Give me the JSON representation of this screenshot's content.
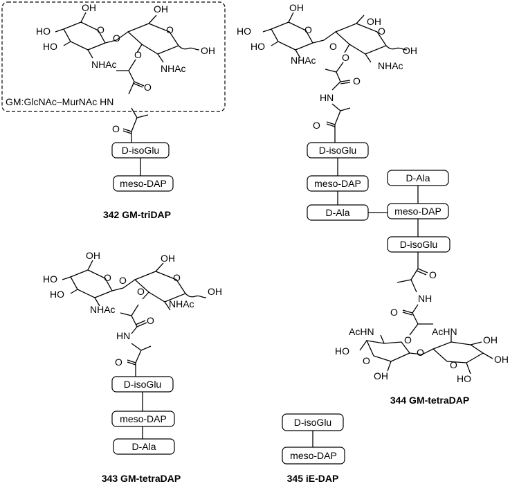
{
  "labels": {
    "oh": "OH",
    "ho": "HO",
    "nhac": "NHAc",
    "achn": "AcHN",
    "o": "O",
    "hn": "HN",
    "nh": "NH",
    "gm_label": "GM:GlcNAc–MurNAc HN"
  },
  "residues": {
    "d_isoglu": "D-isoGlu",
    "meso_dap": "meso-DAP",
    "d_ala": "D-Ala"
  },
  "compounds": {
    "c342": "342 GM-triDAP",
    "c343": "343 GM-tetraDAP",
    "c344": "344 GM-tetraDAP",
    "c345": "345 iE-DAP"
  }
}
